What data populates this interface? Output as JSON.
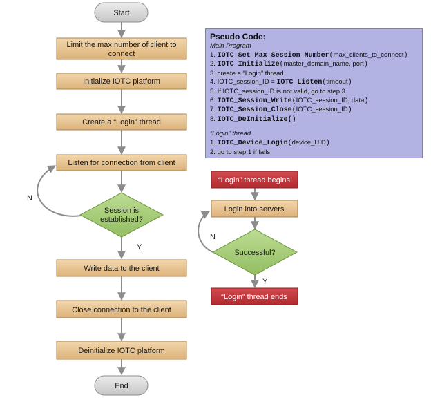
{
  "flow": {
    "start": "Start",
    "limit": [
      "Limit the max number of client to",
      "connect"
    ],
    "init": "Initialize IOTC platform",
    "create": "Create a “Login” thread",
    "listen": "Listen for connection from client",
    "session": [
      "Session is",
      "established?"
    ],
    "write": "Write data to the client",
    "close": "Close connection to the client",
    "deinit": "Deinitialize IOTC platform",
    "end": "End",
    "n_label": "N",
    "y_label": "Y"
  },
  "login_flow": {
    "begins": "“Login” thread begins",
    "login": "Login into servers",
    "successful": "Successful?",
    "ends": "“Login” thread ends",
    "n_label": "N",
    "y_label": "Y"
  },
  "pseudo": {
    "title": "Pseudo Code:",
    "main_label": "Main Program",
    "lines": [
      {
        "num": "1.",
        "fn": "IOTC_Set_Max_Session_Number",
        "open": "(",
        "args": "max_clients_to_connect",
        "close": ")"
      },
      {
        "num": "2.",
        "fn": "IOTC_Initialize",
        "open": "(",
        "args": "master_domain_name, port",
        "close": ")"
      },
      {
        "num": "3.",
        "text": "create a “Login” thread"
      },
      {
        "num": "4.",
        "pre": "IOTC_session_ID = ",
        "fn": "IOTC_Listen",
        "open": "(",
        "args": "timeout",
        "close": ")"
      },
      {
        "num": "5.",
        "text": "If IOTC_session_ID is not valid, go to step 3"
      },
      {
        "num": "6.",
        "fn": "IOTC_Session_Write",
        "open": "(",
        "args": "IOTC_session_ID, data",
        "close": ")"
      },
      {
        "num": "7.",
        "fn": "IOTC_Session_Close",
        "open": "(",
        "args": "IOTC_session_ID",
        "close": ")"
      },
      {
        "num": "8.",
        "fn": "IOTC_DeInitialize()"
      }
    ],
    "thread_label": "“Login” thread",
    "thread_lines": [
      {
        "num": "1.",
        "fn": "IOTC_Device_Login",
        "open": "(",
        "args": "device_UID",
        "close": ")"
      },
      {
        "num": "2.",
        "text": "go to step 1 if fails"
      }
    ]
  },
  "colors": {
    "process_fill": "#e6c18d",
    "decision_fill": "#a6cc79",
    "terminator_fill": "#d9d9d9",
    "red_fill": "#c0353a",
    "pseudo_fill": "#b3b3e3"
  }
}
